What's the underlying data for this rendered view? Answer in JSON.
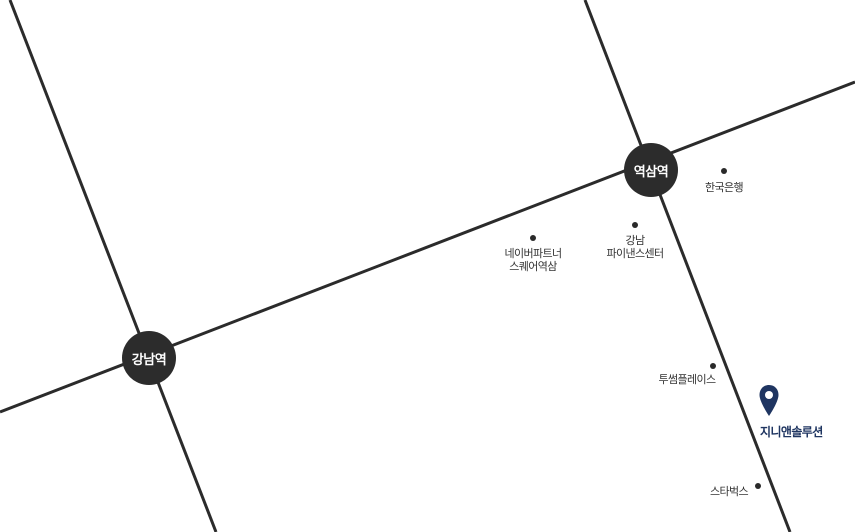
{
  "map": {
    "stations": [
      {
        "id": "yeoksam",
        "label": "역삼역"
      },
      {
        "id": "gangnam",
        "label": "강남역"
      }
    ],
    "pois": [
      {
        "id": "bank-of-korea",
        "lines": [
          "한국은행"
        ]
      },
      {
        "id": "naver-partner",
        "lines": [
          "네이버파트너",
          "스퀘어역삼"
        ]
      },
      {
        "id": "gangnam-finance",
        "lines": [
          "강남",
          "파이낸스센터"
        ]
      },
      {
        "id": "two-some",
        "lines": [
          "투썸플레이스"
        ]
      },
      {
        "id": "starbucks",
        "lines": [
          "스타벅스"
        ]
      }
    ],
    "destination": {
      "label": "지니앤솔루션",
      "icon": "location-pin-icon",
      "color": "#1f3561"
    },
    "colors": {
      "road": "#2b2b2b",
      "station_fill": "#2c2c2c",
      "station_text": "#ffffff"
    }
  }
}
